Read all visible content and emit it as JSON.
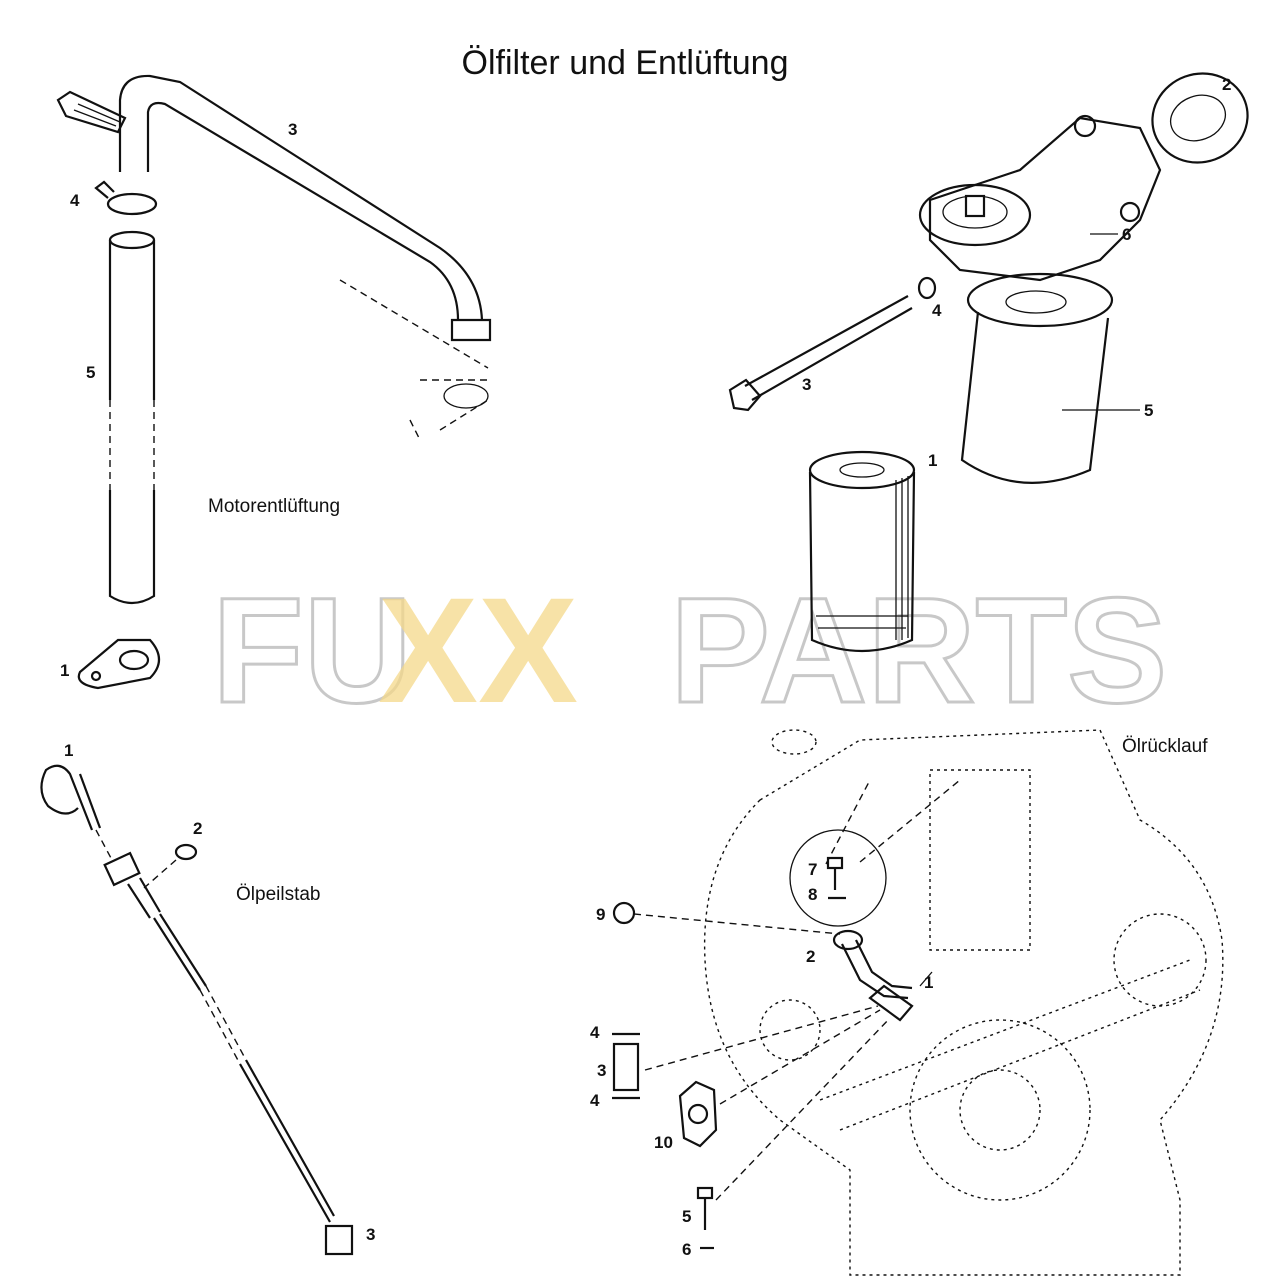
{
  "title": "Ölfilter und Entlüftung",
  "watermark": {
    "part1": "FU",
    "part2": "XX",
    "part3": "PARTS",
    "color_outline": "#c8c8c8",
    "color_accent": "#f5d98a"
  },
  "sections": {
    "motorentlueftung": {
      "label": "Motorentlüftung",
      "callouts": [
        "3",
        "4",
        "5",
        "1"
      ]
    },
    "oelfilter": {
      "callouts": [
        "2",
        "6",
        "4",
        "3",
        "5",
        "1"
      ]
    },
    "oelpeilstab": {
      "label": "Ölpeilstab",
      "callouts": [
        "1",
        "2",
        "3"
      ]
    },
    "oelruecklauf": {
      "label": "Ölrücklauf",
      "callouts": [
        "7",
        "8",
        "9",
        "2",
        "1",
        "4",
        "3",
        "4",
        "10",
        "5",
        "6"
      ]
    }
  }
}
